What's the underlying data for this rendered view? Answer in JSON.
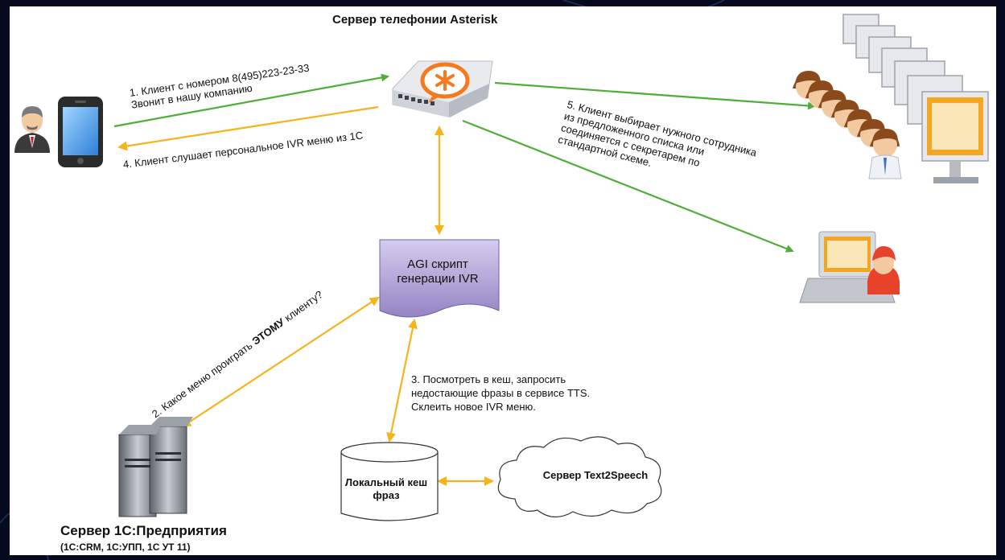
{
  "title": "Сервер телефонии Asterisk",
  "steps": {
    "step1": "1. Клиент с номером 8(495)223-23-33\nЗвонит в нашу компанию",
    "step2_prefix": "2. Какое меню проиграть ",
    "step2_bold": "ЭТОМУ",
    "step2_suffix": " клиенту?",
    "step3": "3. Посмотреть в кеш, запросить\nнедостающие фразы в сервисе TTS.\nСклеить новое IVR меню.",
    "step4": "4. Клиент слушает персональное IVR меню из 1С",
    "step5": "5. Клиент выбирает нужного сотрудника\nиз предложенного списка или\nсоединяется с секретарем по\nстандартной схеме."
  },
  "nodes": {
    "agi_script": "AGI скрипт\nгенерации IVR",
    "local_cache": "Локальный кеш\nфраз",
    "tts_server": "Сервер Text2Speech",
    "server_1c": "Сервер 1С:Предприятия",
    "server_1c_products": "(1С:CRM, 1С:УПП, 1С УТ 11)"
  },
  "icons": {
    "client": "person-icon",
    "phone": "smartphone-icon",
    "router": "asterisk-router-icon",
    "operators": "operators-workstations-icon",
    "secretary": "secretary-laptop-icon",
    "servers": "server-rack-icon",
    "cache": "database-cylinder-icon",
    "cloud": "cloud-icon"
  },
  "colors": {
    "green_arrow": "#4fae3a",
    "yellow_arrow": "#f5b41b",
    "agi_fill_top": "#c9c2e6",
    "agi_fill_bottom": "#9a8cc7",
    "asterisk_orange": "#f47a20"
  }
}
